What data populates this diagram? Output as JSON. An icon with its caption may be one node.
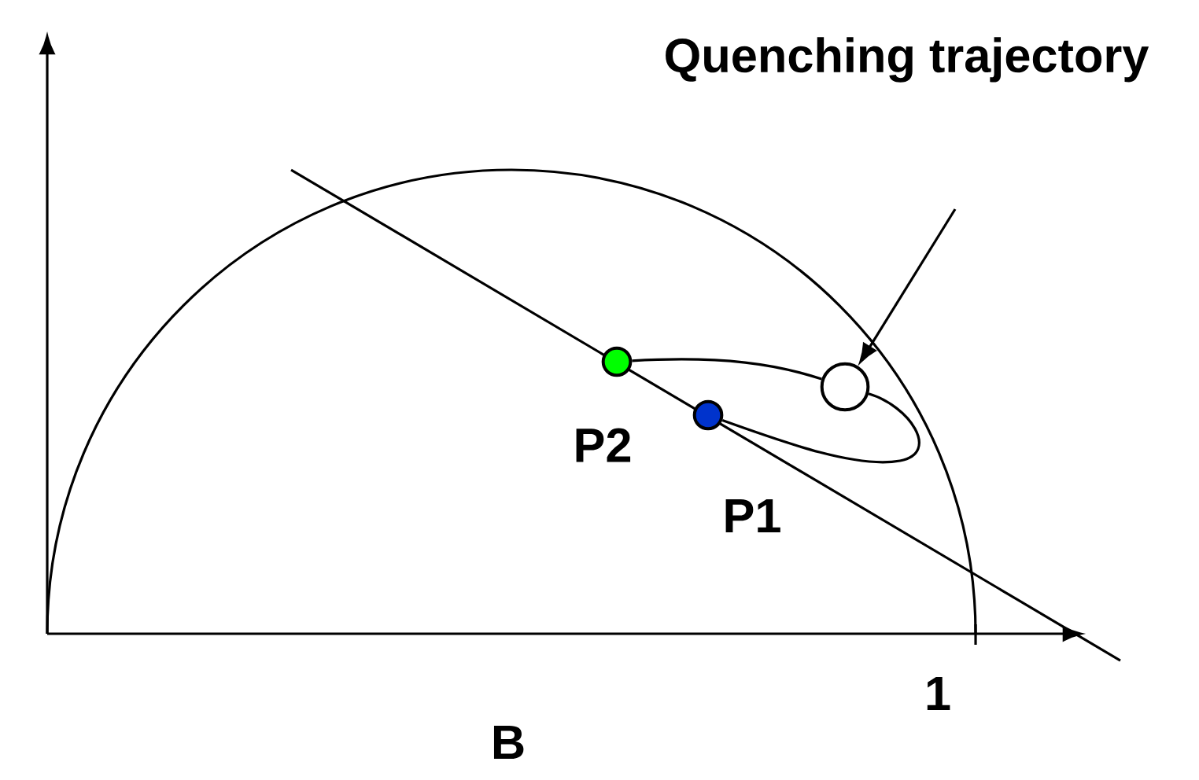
{
  "diagram": {
    "title": "Quenching trajectory",
    "nodes": [
      {
        "text": [],
        "shape": "circle",
        "beside": [
          "P2"
        ]
      },
      {
        "text": [],
        "shape": "circle",
        "beside": [
          "P1"
        ]
      },
      {
        "text": [],
        "shape": "circle"
      }
    ],
    "edges": [
      {
        "from": 0,
        "to": 2,
        "arrow": "none"
      },
      {
        "from": 2,
        "to": 1,
        "arrow": "none"
      },
      {
        "from": null,
        "to": 2,
        "arrow": "to"
      }
    ],
    "labels": [
      "1",
      "B"
    ]
  }
}
